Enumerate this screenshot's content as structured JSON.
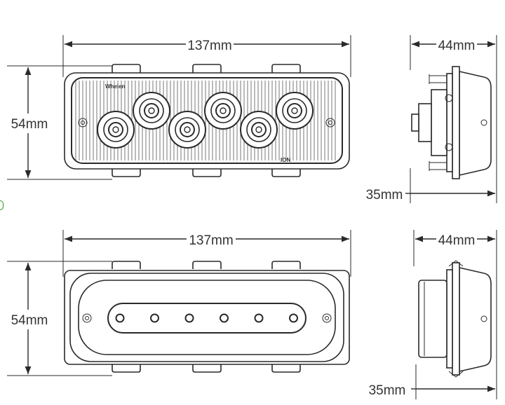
{
  "diagram": {
    "front_view": {
      "width_label": "137mm",
      "height_label": "54mm",
      "logo_text": "Whelen",
      "model_text": "ION"
    },
    "side_view": {
      "depth_label": "44mm",
      "body_depth_label": "35mm"
    },
    "rear_view": {
      "width_label": "137mm",
      "height_label": "54mm",
      "led_count": 6
    },
    "rear_side_view": {
      "depth_label": "44mm",
      "body_depth_label": "35mm"
    }
  }
}
